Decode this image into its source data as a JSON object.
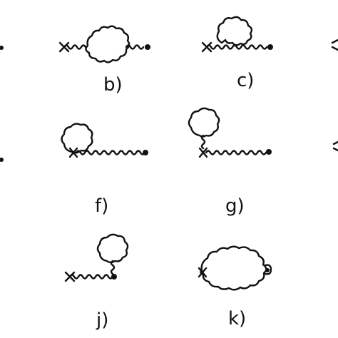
{
  "figure": {
    "labels": {
      "b": "b)",
      "c": "c)",
      "f": "f)",
      "g": "g)",
      "j": "j)",
      "k": "k)"
    }
  }
}
